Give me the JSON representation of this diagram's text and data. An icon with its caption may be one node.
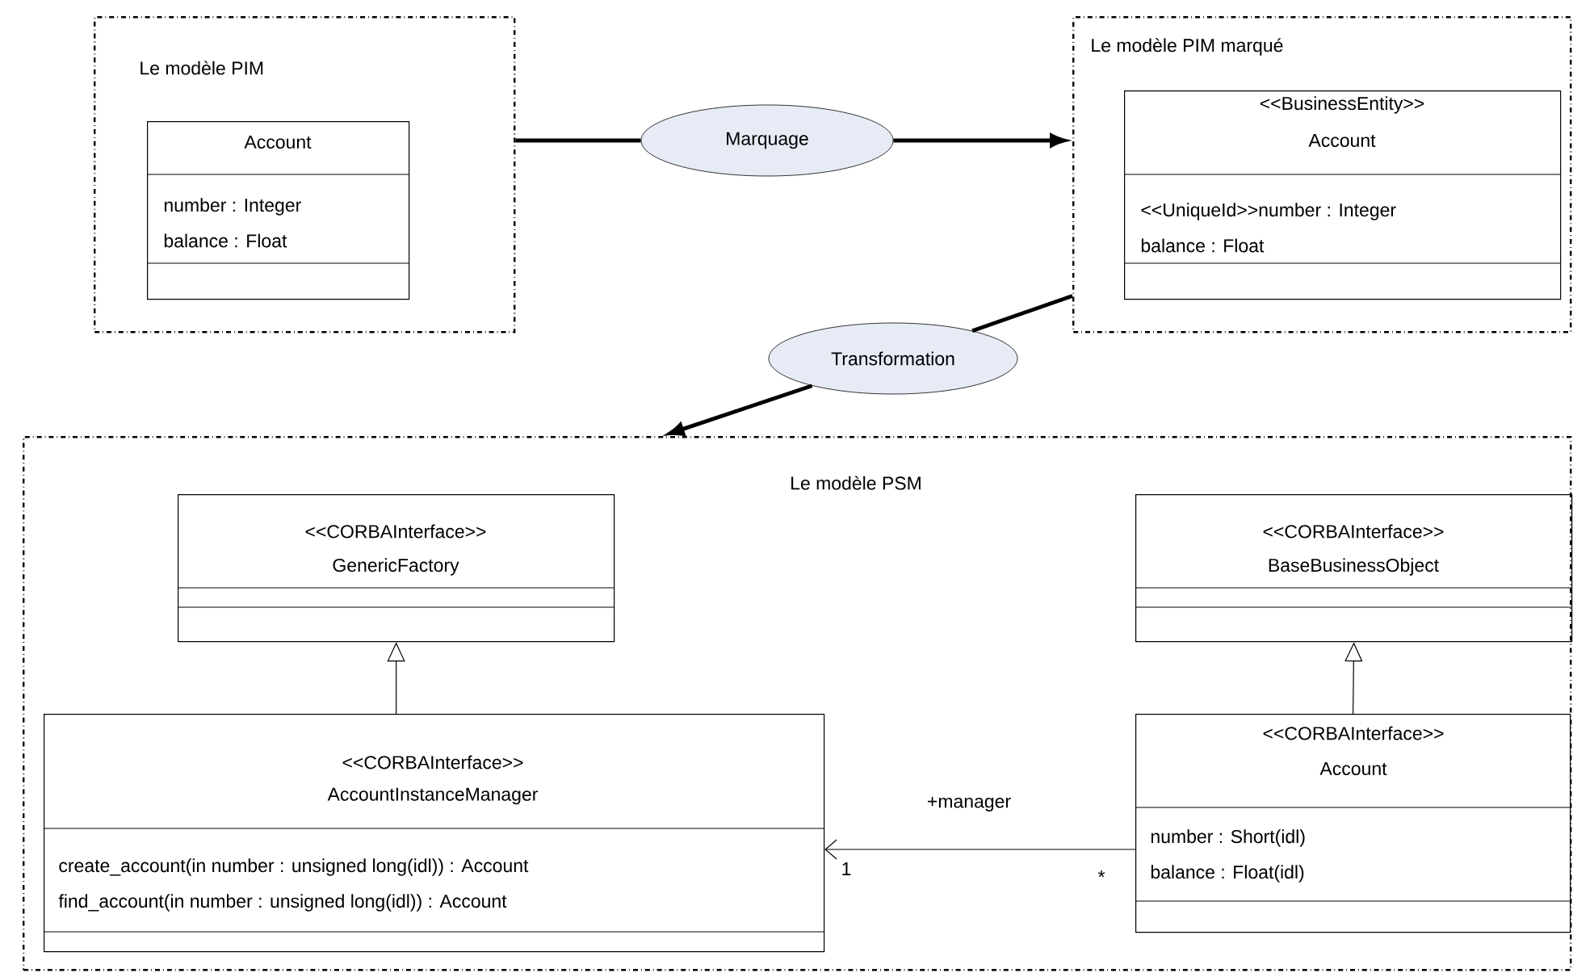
{
  "diagram": {
    "nodes": [
      {
        "text": [
          "Le modèle PIM"
        ]
      },
      {
        "text": [
          "Account",
          "number : Integer",
          "balance : Float"
        ],
        "in": 0
      },
      {
        "text": [
          "Marquage"
        ]
      },
      {
        "text": [
          "Le modèle PIM marqué"
        ]
      },
      {
        "text": [
          "<<BusinessEntity>>",
          "Account",
          "<<UniqueId>>number : Integer",
          "balance : Float"
        ],
        "in": 3
      },
      {
        "text": [
          "Transformation"
        ]
      },
      {
        "text": [
          "Le modèle PSM"
        ]
      },
      {
        "text": [
          "<<CORBAInterface>>",
          "GenericFactory"
        ],
        "in": 6
      },
      {
        "text": [
          "<<CORBAInterface>>",
          "BaseBusinessObject"
        ],
        "in": 6
      },
      {
        "text": [
          "<<CORBAInterface>>",
          "AccountInstanceManager",
          "create_account(in number : unsigned long(idl)) : Account",
          "find_account(in number : unsigned long(idl)) : Account"
        ],
        "in": 6
      },
      {
        "text": [
          "<<CORBAInterface>>",
          "Account",
          "number : Short(idl)",
          "balance : Float(idl)"
        ],
        "in": 6
      }
    ],
    "edges": [
      {
        "from": 0,
        "to": 2,
        "arrow": "none"
      },
      {
        "from": 2,
        "to": 3,
        "arrow": "to"
      },
      {
        "from": 3,
        "to": 5,
        "arrow": "none"
      },
      {
        "from": 5,
        "to": 6,
        "arrow": "to"
      },
      {
        "from": 9,
        "to": 7,
        "arrow": "to"
      },
      {
        "from": 10,
        "to": 8,
        "arrow": "to"
      },
      {
        "from": 10,
        "to": 9,
        "arrow": "to",
        "label": "+manager"
      }
    ],
    "labels": [
      "1",
      "*"
    ]
  }
}
